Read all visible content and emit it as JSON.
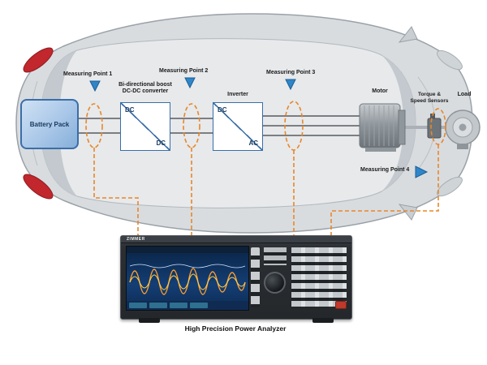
{
  "diagram": {
    "battery": {
      "label": "Battery Pack"
    },
    "converter": {
      "label_line1": "Bi-directional boost",
      "label_line2": "DC-DC converter",
      "top": "DC",
      "bottom": "DC"
    },
    "inverter": {
      "label": "Inverter",
      "top": "DC",
      "bottom": "AC"
    },
    "motor": {
      "label": "Motor"
    },
    "sensors": {
      "label_line1": "Torque &",
      "label_line2": "Speed Sensors"
    },
    "load": {
      "label": "Load"
    },
    "measuring_points": [
      {
        "label": "Measuring Point 1"
      },
      {
        "label": "Measuring Point 2"
      },
      {
        "label": "Measuring Point 3"
      },
      {
        "label": "Measuring Point 4"
      }
    ]
  },
  "analyzer": {
    "brand": "ZIMMER",
    "caption": "High Precision Power Analyzer"
  },
  "colors": {
    "accent_orange": "#E8872A",
    "marker_blue": "#2E86C8",
    "component_blue": "#3A6EA8",
    "battery_fill": "#A9C7E8",
    "taillight_red": "#C1272D",
    "car_body": "#D9DCDF"
  }
}
